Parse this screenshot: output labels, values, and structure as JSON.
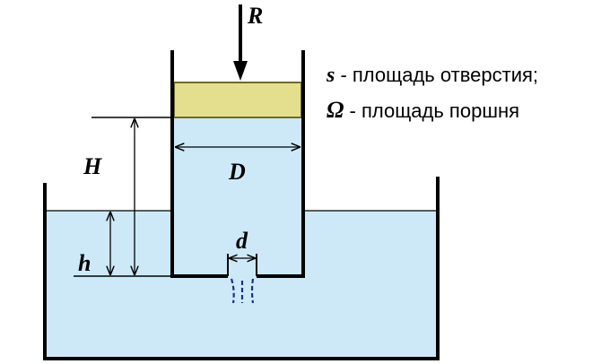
{
  "labels": {
    "force": "R",
    "piston_height": "H",
    "water_level": "h",
    "diameter_big": "D",
    "diameter_small": "d"
  },
  "legend": [
    {
      "symbol": "s",
      "text": " - площадь отверстия;"
    },
    {
      "symbol": "Ω",
      "text": " - площадь поршня"
    }
  ],
  "colors": {
    "water": "#cde9f8",
    "piston": "#e3df8e",
    "piston_edge": "#6e6a2a",
    "outline": "#000000",
    "jet": "#1c2f8e"
  }
}
